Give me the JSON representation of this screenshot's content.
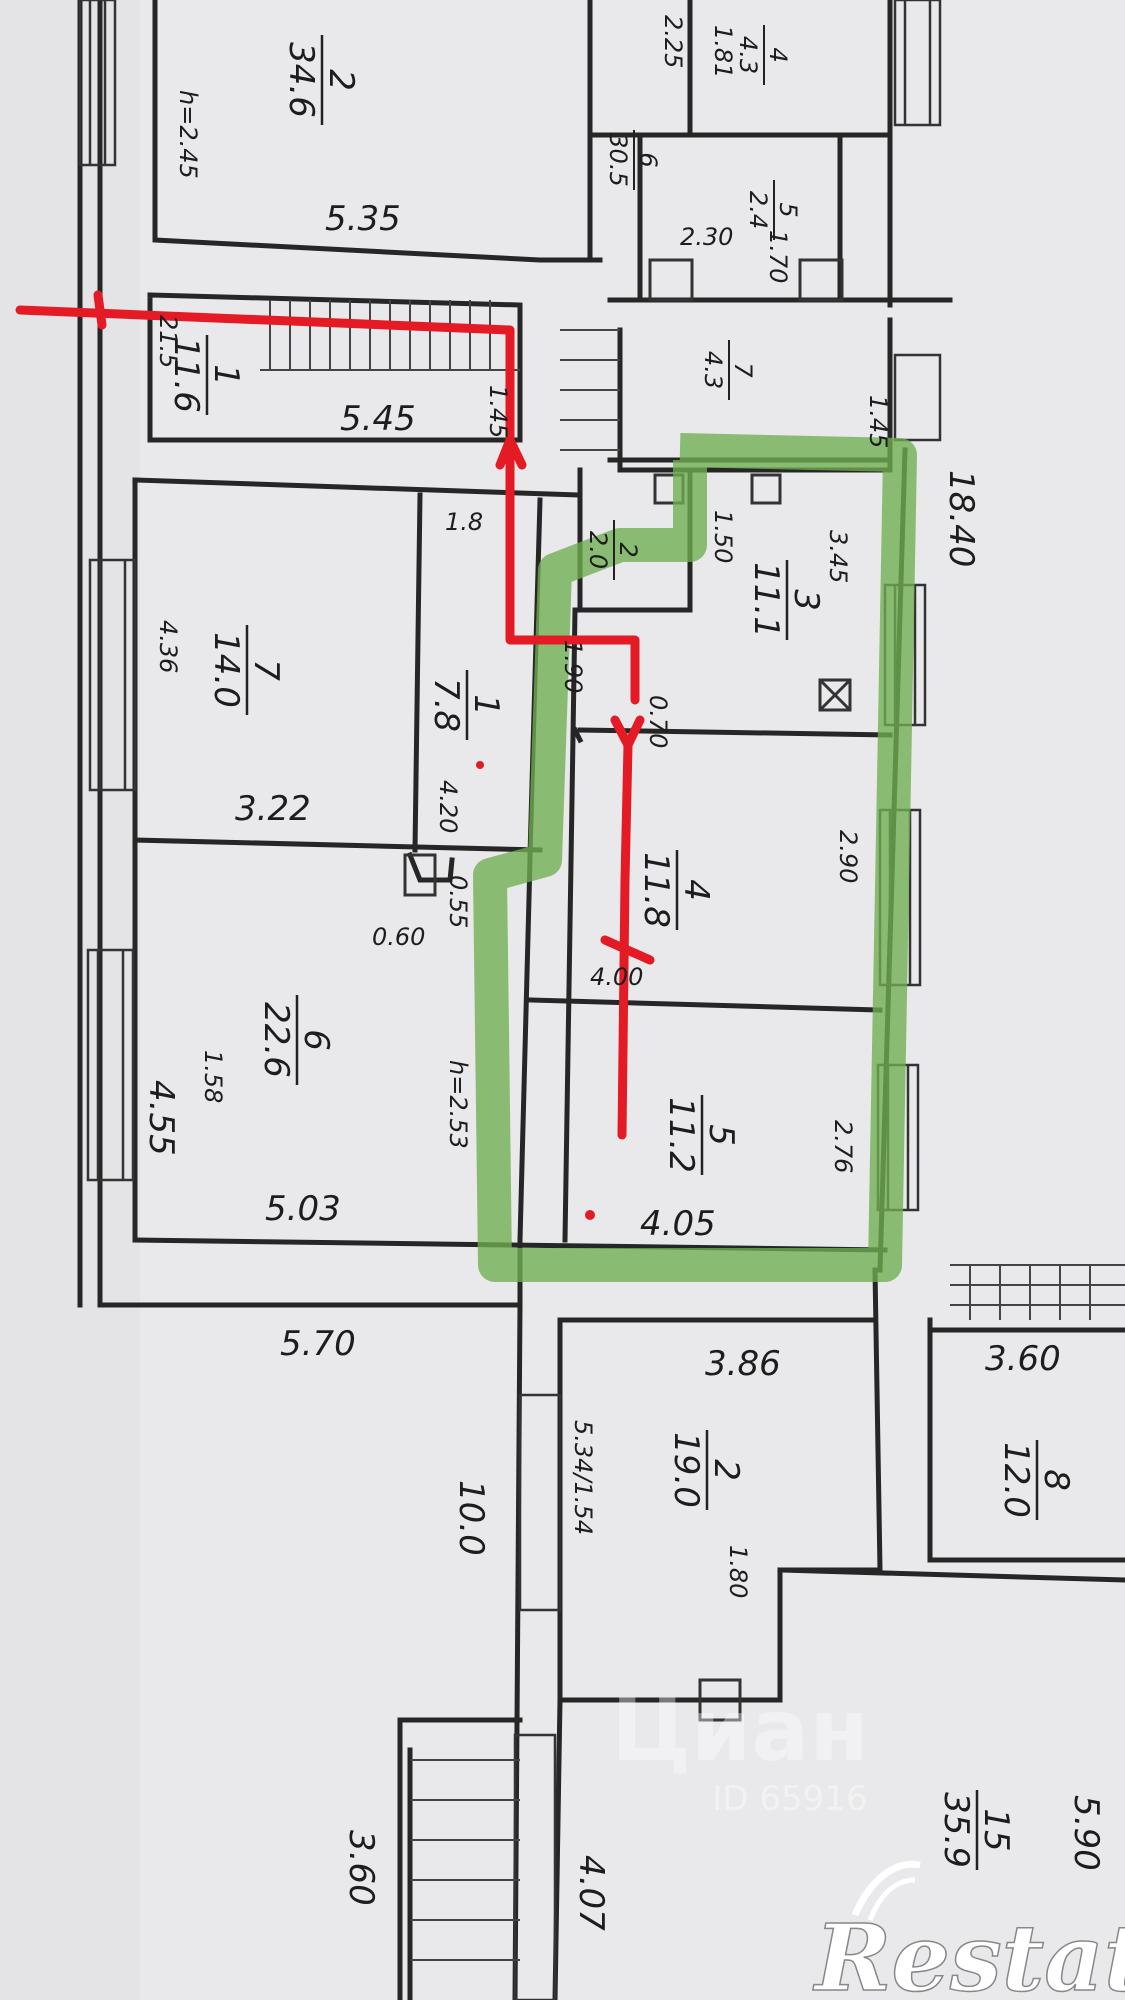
{
  "rooms": [
    {
      "number": "2",
      "area": "34.6"
    },
    {
      "number": "4",
      "area": "4.3"
    },
    {
      "number": "6",
      "area": "30.5"
    },
    {
      "number": "5",
      "area": "2.4"
    },
    {
      "number": "1",
      "area": "11.6"
    },
    {
      "number": "7",
      "area": "4.3"
    },
    {
      "number": "7",
      "area": "14.0"
    },
    {
      "number": "1",
      "area": "7.8"
    },
    {
      "number": "2",
      "area": "2.0"
    },
    {
      "number": "3",
      "area": "11.1"
    },
    {
      "number": "4",
      "area": "11.8"
    },
    {
      "number": "6",
      "area": "22.6"
    },
    {
      "number": "5",
      "area": "11.2"
    },
    {
      "number": "2",
      "area": "19.0"
    },
    {
      "number": "8",
      "area": "12.0"
    },
    {
      "number": "15",
      "area": "35.9"
    }
  ],
  "dimensions": [
    "h=2.45",
    "5.35",
    "2.25",
    "1.81",
    "2.30",
    "1.70",
    "1.45",
    "21.5",
    "5.45",
    "1.45",
    "18.40",
    "1.8",
    "1.50",
    "3.45",
    "4.36",
    "1.90",
    "3.22",
    "4.20",
    "0.70",
    "2.90",
    "0.60",
    "0.55",
    "4.00",
    "4.55",
    "h=2.53",
    "2.76",
    "5.03",
    "4.05",
    "1.58",
    "5.70",
    "3.86",
    "3.60",
    "10.0",
    "5.34/1.54",
    "1.80",
    "3.60",
    "4.07",
    "5.90"
  ],
  "watermark": {
    "brand": "Циан",
    "id": "ID 65916"
  },
  "logo": {
    "text": "Restate"
  },
  "colors": {
    "wall": "#262626",
    "highlight_green": "#6fae4f",
    "route_red": "#e41b24",
    "paper": "#e9e8ea"
  }
}
